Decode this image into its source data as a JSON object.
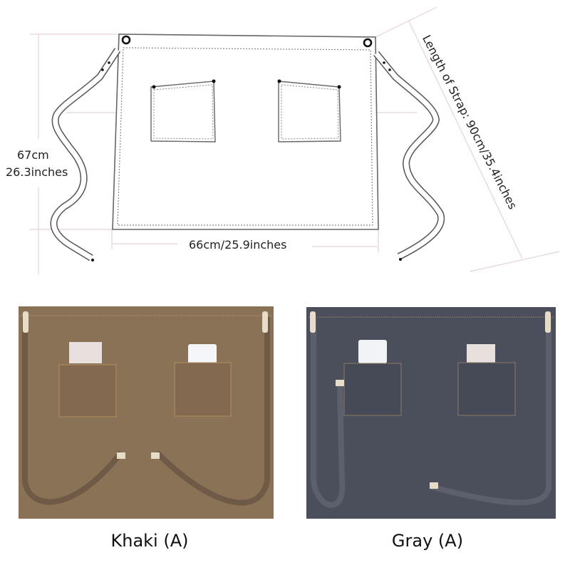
{
  "diagram": {
    "height_label_cm": "67cm",
    "height_label_in": "26.3inches",
    "width_label": "66cm/25.9inches",
    "strap_label": "Length of Strap: 90cm/35.4inches",
    "line_color": "#555555",
    "guide_color": "#e6d3d3"
  },
  "products": [
    {
      "name": "Khaki (A)",
      "fabric_color": "#8a7256",
      "strap_color": "#6e5a47"
    },
    {
      "name": "Gray (A)",
      "fabric_color": "#4b4f5c",
      "strap_color": "#5b606c"
    }
  ]
}
